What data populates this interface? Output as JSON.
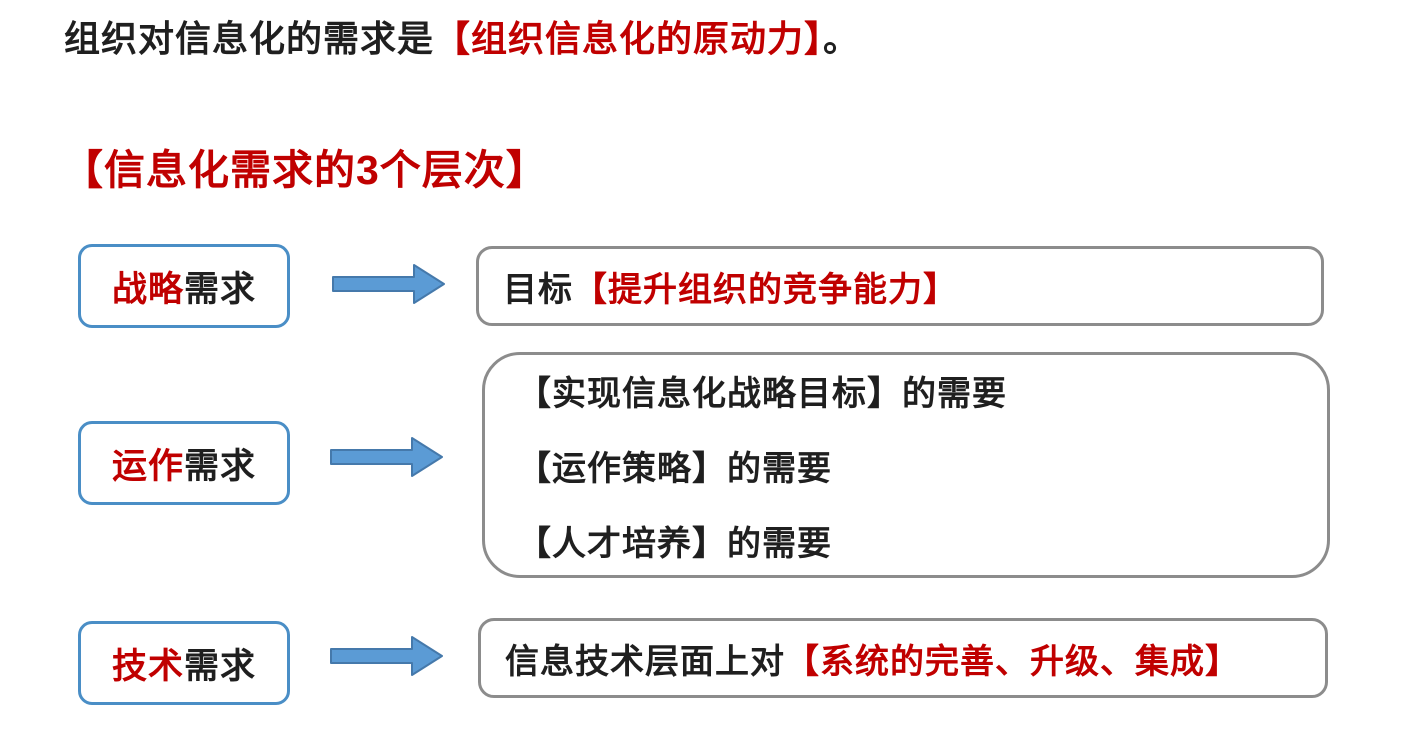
{
  "colors": {
    "highlight_red": "#c00000",
    "arrow_fill": "#5b9bd5",
    "arrow_border": "#4579ab",
    "label_box_border_blue": "#4a8ec6",
    "content_box_border_gray": "#8c8c8c",
    "text_black": "#1f1f1f",
    "background": "#ffffff"
  },
  "intro": {
    "prefix": "组织对信息化的需求是",
    "highlight": "【组织信息化的原动力】",
    "period": "。"
  },
  "heading": "【信息化需求的3个层次】",
  "rows": [
    {
      "label_highlight": "战略",
      "label_rest": "需求",
      "content_prefix": "目标",
      "content_highlight": "【提升组织的竞争能力】"
    },
    {
      "label_highlight": "运作",
      "label_rest": "需求",
      "lines": [
        "【实现信息化战略目标】的需要",
        "【运作策略】的需要",
        "【人才培养】的需要"
      ]
    },
    {
      "label_highlight": "技术",
      "label_rest": "需求",
      "content_prefix": "信息技术层面上对",
      "content_highlight": "【系统的完善、升级、集成】"
    }
  ]
}
